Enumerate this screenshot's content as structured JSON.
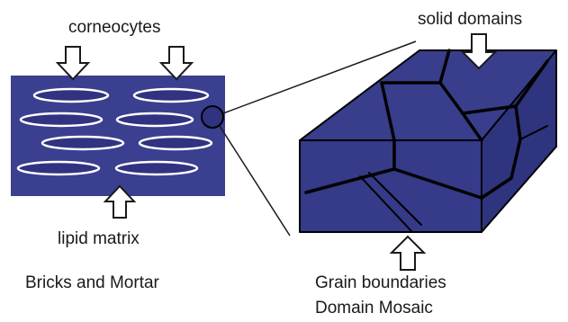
{
  "labels": {
    "corneocytes": "corneocytes",
    "solid_domains": "solid domains",
    "lipid_matrix": "lipid matrix",
    "bricks_and_mortar": "Bricks and Mortar",
    "grain_boundaries": "Grain boundaries",
    "domain_mosaic": "Domain Mosaic"
  },
  "colors": {
    "fill": "#3b3f8f",
    "top_face": "#383d8c",
    "front_face": "#353a89",
    "side_face": "#2f347f",
    "outline": "#000000"
  }
}
